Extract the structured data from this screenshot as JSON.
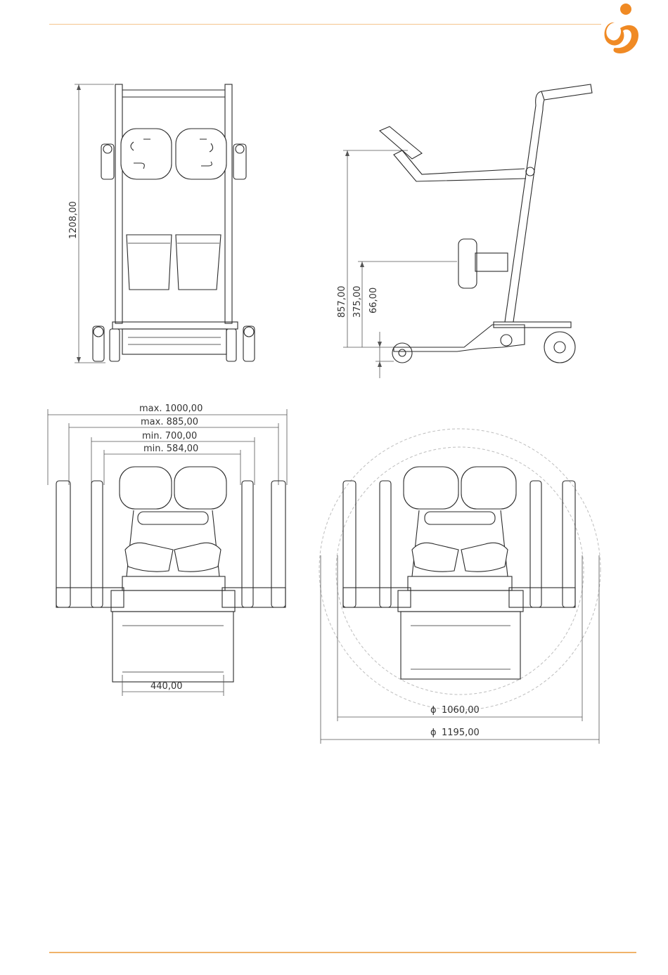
{
  "brand": {
    "logo_icon": "stylized-figure-logo-icon",
    "accent_color": "#f08a24",
    "rule_color": "#f0b36a"
  },
  "front_view": {
    "height_label": "1208,00"
  },
  "side_view": {
    "dim1": "857,00",
    "dim2": "375,00",
    "dim3": "66,00"
  },
  "top_view": {
    "max_outer": "max. 1000,00",
    "max_inner": "max. 885,00",
    "min_outer": "min. 700,00",
    "min_inner": "min. 584,00",
    "base_width": "440,00"
  },
  "turning_view": {
    "inner_diameter": "1060,00",
    "outer_diameter": "1195,00",
    "diameter_symbol": "ϕ"
  }
}
